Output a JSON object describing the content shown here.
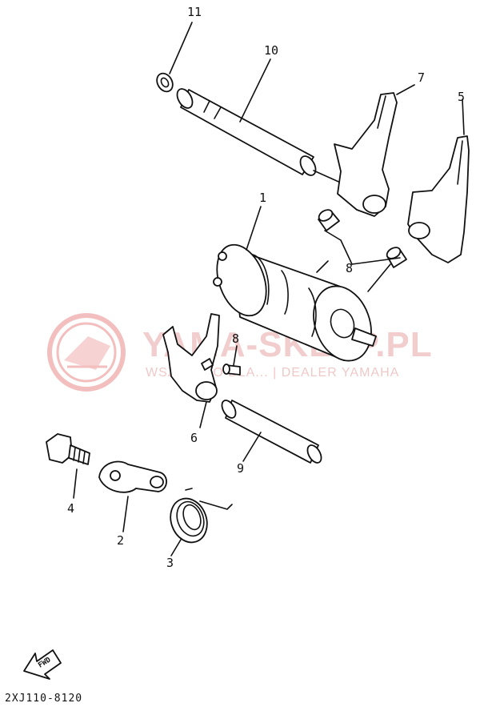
{
  "diagram": {
    "callouts": {
      "c1": "1",
      "c2": "2",
      "c3": "3",
      "c4": "4",
      "c5": "5",
      "c6": "6",
      "c7": "7",
      "c8a": "8",
      "c8b": "8",
      "c9": "9",
      "c10": "10",
      "c11": "11"
    },
    "watermark": {
      "title": "YAMA-SKLEP.PL",
      "subtitle": "WSZYSTKO DLA... | DEALER YAMAHA",
      "logo_color": "#e88a8a"
    },
    "fwd_label": "FWD",
    "diagram_code": "2XJ110-8120"
  }
}
